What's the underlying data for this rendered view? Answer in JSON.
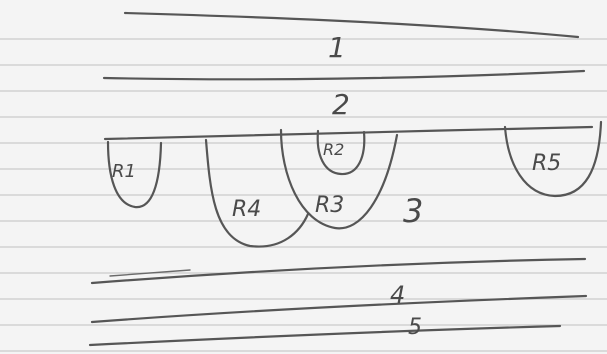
{
  "layers": [
    {
      "id": "layer-1",
      "label": "1"
    },
    {
      "id": "layer-2",
      "label": "2"
    },
    {
      "id": "layer-3",
      "label": "3"
    },
    {
      "id": "layer-4",
      "label": "4"
    },
    {
      "id": "layer-5",
      "label": "5"
    }
  ],
  "regions": [
    {
      "id": "region-r1",
      "label": "R1"
    },
    {
      "id": "region-r2",
      "label": "R2"
    },
    {
      "id": "region-r3",
      "label": "R3"
    },
    {
      "id": "region-r4",
      "label": "R4"
    },
    {
      "id": "region-r5",
      "label": "R5"
    }
  ],
  "colors": {
    "paper": "#f4f4f4",
    "rule": "#c9c9c9",
    "ink": "#565656"
  }
}
